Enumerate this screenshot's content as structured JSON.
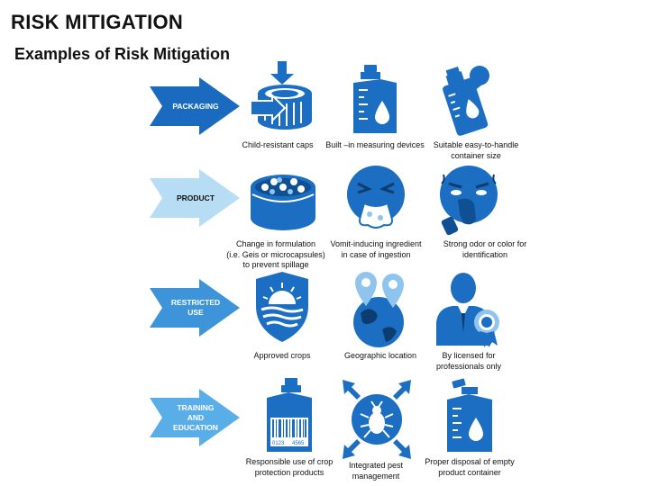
{
  "page": {
    "title": "RISK MITIGATION",
    "subtitle": "Examples of Risk Mitigation"
  },
  "colors": {
    "primary": "#1b6ec2",
    "row1_arrow": "#1a6bbf",
    "row2_arrow": "#b7ddf5",
    "row3_arrow": "#3e94d9",
    "row4_arrow": "#5aaee8",
    "arrow_text_dark": "#111111"
  },
  "rows": [
    {
      "label": "PACKAGING",
      "items": [
        {
          "icon": "child-resistant-cap-icon",
          "caption": "Child-resistant caps"
        },
        {
          "icon": "measuring-bottle-icon",
          "caption": "Built –in measuring devices"
        },
        {
          "icon": "container-size-icon",
          "caption": "Suitable easy-to-handle\ncontainer size"
        }
      ]
    },
    {
      "label": "PRODUCT",
      "items": [
        {
          "icon": "gel-capsules-icon",
          "caption": "Change in formulation\n(i.e. Geis or microcapsules)\nto prevent spillage"
        },
        {
          "icon": "vomit-face-icon",
          "caption": "Vomit-inducing ingredient\nin case of ingestion"
        },
        {
          "icon": "odor-face-icon",
          "caption": "Strong odor or color for\nidentification"
        }
      ]
    },
    {
      "label": "RESTRICTED\nUSE",
      "items": [
        {
          "icon": "crop-shield-icon",
          "caption": "Approved crops"
        },
        {
          "icon": "globe-location-icon",
          "caption": "Geographic location"
        },
        {
          "icon": "licensed-professional-icon",
          "caption": "By licensed for\nprofessionals only"
        }
      ]
    },
    {
      "label": "TRAINING\nAND\nEDUCATION",
      "items": [
        {
          "icon": "barcode-bottle-icon",
          "caption": "Responsible use of crop\nprotection products"
        },
        {
          "icon": "pest-target-icon",
          "caption": "Integrated pest\nmanagement"
        },
        {
          "icon": "empty-container-icon",
          "caption": "Proper disposal of empty\nproduct container"
        }
      ]
    }
  ],
  "barcode": {
    "left_digits": "0123",
    "right_digits": "4565"
  }
}
